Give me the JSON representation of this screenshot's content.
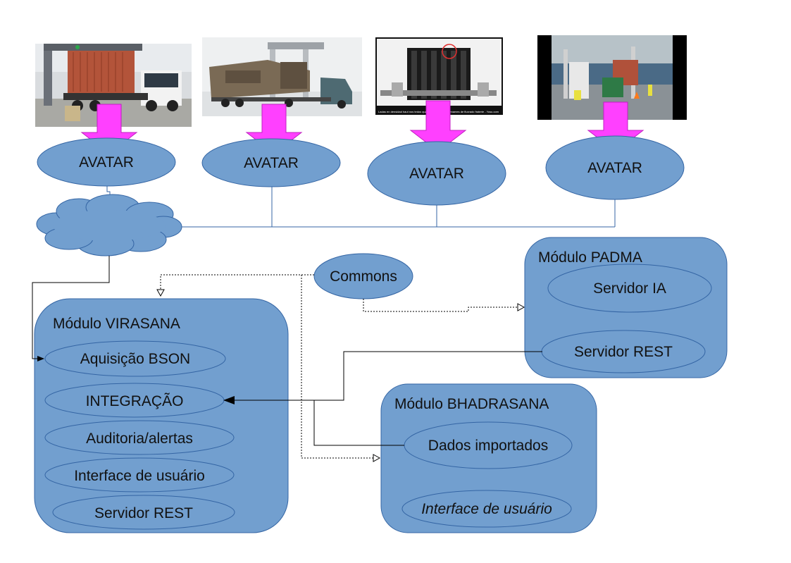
{
  "photos": [
    {
      "name": "photo-truck-scanner-1",
      "icon": "truck-container-scanner-photo"
    },
    {
      "name": "photo-truck-scanner-2",
      "icon": "truck-scanner-render-photo"
    },
    {
      "name": "photo-xray-image",
      "icon": "xray-scan-photo",
      "caption": "Ladas en densidad haut nos tedos quand avertime os as exames de fluxrado fraterie - Yosu.com"
    },
    {
      "name": "photo-port-scanner",
      "icon": "port-scanner-photo"
    }
  ],
  "avatars": [
    "AVATAR",
    "AVATAR",
    "AVATAR",
    "AVATAR"
  ],
  "commons": "Commons",
  "modules": {
    "virasana": {
      "title": "Módulo VIRASANA",
      "items": [
        "Aquisição BSON",
        "INTEGRAÇÃO",
        "Auditoria/alertas",
        "Interface de usuário",
        "Servidor REST"
      ]
    },
    "padma": {
      "title": "Módulo PADMA",
      "items": [
        "Servidor IA",
        "Servidor REST"
      ]
    },
    "bhadrasana": {
      "title": "Módulo BHADRASANA",
      "items": [
        "Dados importados",
        "Interface de usuário"
      ]
    }
  },
  "colors": {
    "node_fill": "#729fcf",
    "node_stroke": "#3465a4",
    "arrow_fill": "#ff40ff",
    "line": "#3465a4"
  }
}
